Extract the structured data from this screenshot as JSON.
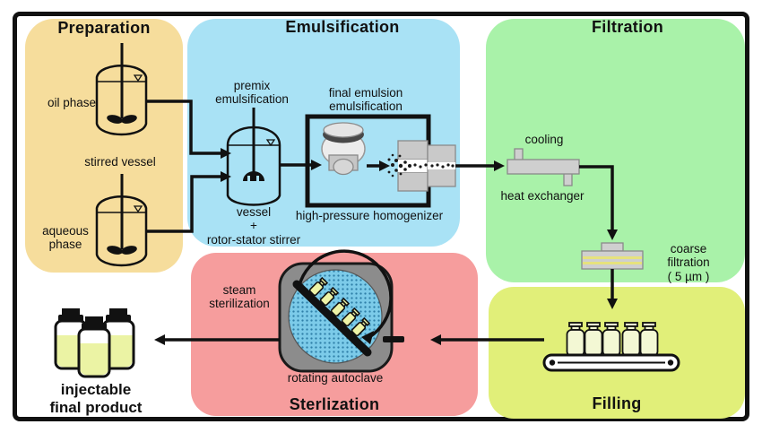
{
  "diagram": {
    "stages": {
      "preparation": {
        "title": "Preparation",
        "labels": {
          "oil_phase": "oil phase",
          "stirred_vessel": "stirred vessel",
          "aqueous_phase": "aqueous\nphase"
        }
      },
      "emulsification": {
        "title": "Emulsification",
        "labels": {
          "premix": "premix\nemulsification",
          "final_emulsion": "final emulsion\nemulsification",
          "vessel": "vessel\n+\nrotor-stator stirrer",
          "homogenizer": "high-pressure homogenizer"
        }
      },
      "filtration": {
        "title": "Filtration",
        "labels": {
          "cooling": "cooling",
          "heat_exchanger": "heat exchanger",
          "coarse_filtration": "coarse filtration\n( 5 µm )"
        }
      },
      "filling": {
        "title": "Filling"
      },
      "sterilization": {
        "title": "Sterlization",
        "labels": {
          "steam": "steam\nsterilization",
          "rotating_autoclave": "rotating autoclave"
        }
      },
      "product": {
        "label": "injectable\nfinal product"
      }
    },
    "colors": {
      "preparation_panel": "#f6dd9c",
      "emulsification_panel": "#a9e2f5",
      "filtration_panel": "#a9f2a9",
      "filling_panel": "#e1ef79",
      "sterilization_panel": "#f69d9d",
      "vial_liquid": "#ebf3a4",
      "autoclave_body": "#8c8c8c",
      "autoclave_drum": "#7ccbe9",
      "equipment_gray": "#c9c9c9",
      "outline": "#111111"
    }
  }
}
